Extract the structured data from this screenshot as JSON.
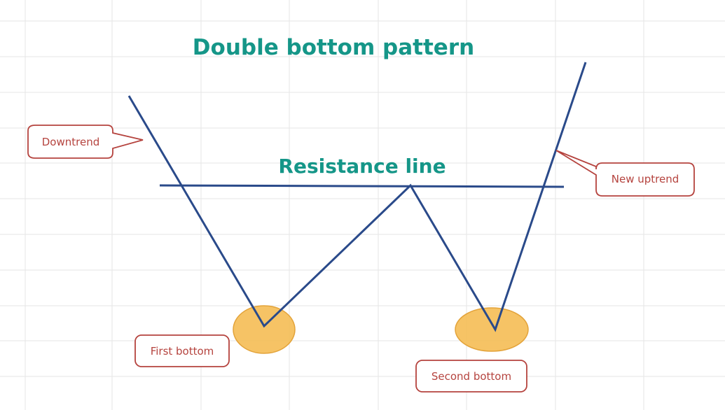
{
  "diagram": {
    "title": "Double bottom pattern",
    "resistance_label": "Resistance line",
    "callouts": {
      "downtrend": "Downtrend",
      "new_uptrend": "New uptrend",
      "first_bottom": "First bottom",
      "second_bottom": "Second bottom"
    }
  },
  "colors": {
    "title_teal": "#159688",
    "line_blue": "#2a4a8a",
    "callout_border": "#b5433e",
    "callout_text": "#b5433e",
    "bottom_fill": "#f5b84a",
    "bottom_stroke": "#e0a030",
    "grid": "#e6e6e6"
  }
}
